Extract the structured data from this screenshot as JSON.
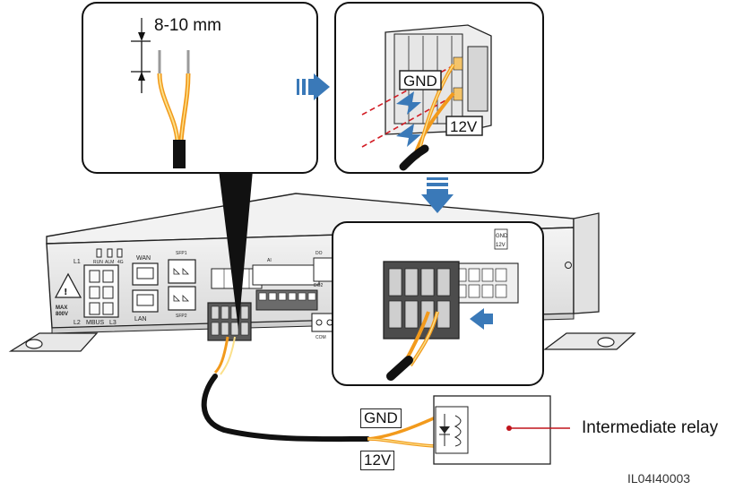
{
  "panel_strip": {
    "measure_label": "8-10 mm"
  },
  "panel_insert": {
    "gnd_label": "GND",
    "v12_label": "12V"
  },
  "panel_connector": {
    "gnd_small": "GND",
    "v12_small": "12V"
  },
  "device": {
    "labels": {
      "run": "RUN",
      "alm": "ALM",
      "g4": "4G",
      "wan": "WAN",
      "lan": "LAN",
      "l1": "L1",
      "l2": "L2",
      "mbus": "MBUS",
      "l3": "L3",
      "max": "MAX",
      "max_v": "800V",
      "sfp1": "SFP1",
      "sfp2": "SFP2",
      "com": "COM",
      "ai": "AI",
      "do": "DO",
      "do2": "DO2"
    }
  },
  "wiring": {
    "gnd_label": "GND",
    "v12_label": "12V",
    "relay_label": "Intermediate relay"
  },
  "figure_id": "IL04I40003",
  "colors": {
    "arrow": "#3a79b8",
    "wire_orange": "#f29a1c",
    "wire_yellow": "#fbe08a",
    "cable": "#111111",
    "leader": "#c0141c",
    "outline": "#222222"
  }
}
